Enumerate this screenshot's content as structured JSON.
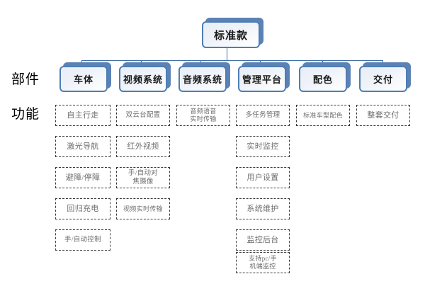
{
  "diagram": {
    "title": "标准款",
    "row_labels": {
      "components": "部件",
      "functions": "功能"
    },
    "colors": {
      "node_border": "#4E7DB4",
      "node_shadow": "#5B82B5",
      "node_fill": "#EFF3F9",
      "connector": "#3F6FA8",
      "leaf_border": "#3A3A3A",
      "leaf_text": "#6E6E6E",
      "background": "#FFFFFF"
    },
    "root": {
      "label": "标准款"
    },
    "columns": [
      {
        "node": "车体",
        "leaves": [
          "自主行走",
          "激光导航",
          "避障/停障",
          "回归充电",
          "手/自动控制"
        ]
      },
      {
        "node": "视频系统",
        "leaves": [
          "双云台配置",
          "红外视频",
          "手/自动对\n焦摄像",
          "视频实时传输"
        ]
      },
      {
        "node": "音频系统",
        "leaves": [
          "音频语音\n实时传输"
        ]
      },
      {
        "node": "管理平台",
        "leaves": [
          "多任务管理",
          "实时监控",
          "用户设置",
          "系统维护",
          "监控后台",
          "支持pc/手\n机端监控"
        ]
      },
      {
        "node": "配色",
        "leaves": [
          "标准车型配色"
        ]
      },
      {
        "node": "交付",
        "leaves": [
          "整套交付"
        ]
      }
    ]
  }
}
